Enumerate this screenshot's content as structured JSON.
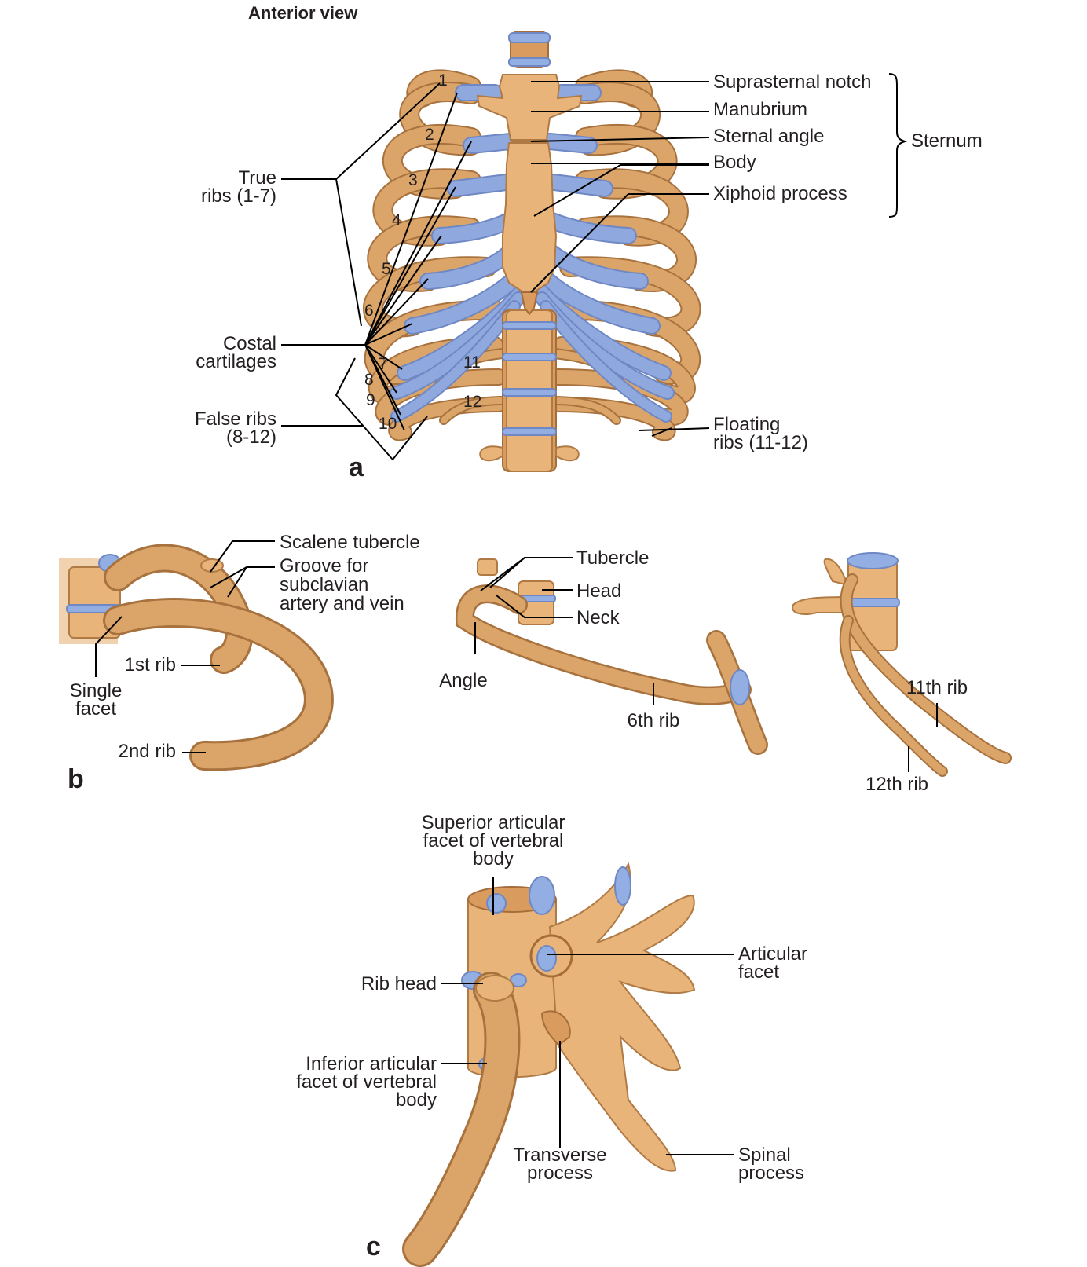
{
  "panel_a": {
    "title": "Anterior view",
    "panel_letter": "a",
    "rib_numbers": [
      "1",
      "2",
      "3",
      "4",
      "5",
      "6",
      "7",
      "8",
      "9",
      "10",
      "11",
      "12"
    ],
    "labels": {
      "suprasternal_notch": "Suprasternal notch",
      "manubrium": "Manubrium",
      "sternal_angle": "Sternal angle",
      "body": "Body",
      "xiphoid_process": "Xiphoid process",
      "sternum": "Sternum",
      "true_ribs_line1": "True",
      "true_ribs_line2": "ribs (1-7)",
      "costal_line1": "Costal",
      "costal_line2": "cartilages",
      "false_ribs_line1": "False ribs",
      "false_ribs_line2": "(8-12)",
      "floating_line1": "Floating",
      "floating_line2": "ribs (11-12)"
    }
  },
  "panel_b": {
    "panel_letter": "b",
    "labels": {
      "scalene_tubercle": "Scalene tubercle",
      "groove_line1": "Groove for",
      "groove_line2": "subclavian",
      "groove_line3": "artery and vein",
      "first_rib": "1st rib",
      "single_line1": "Single",
      "single_line2": "facet",
      "second_rib": "2nd rib",
      "tubercle": "Tubercle",
      "head": "Head",
      "neck": "Neck",
      "angle": "Angle",
      "sixth_rib": "6th rib",
      "eleventh_rib": "11th rib",
      "twelfth_rib": "12th rib"
    }
  },
  "panel_c": {
    "panel_letter": "c",
    "labels": {
      "superior_line1": "Superior articular",
      "superior_line2": "facet of vertebral",
      "superior_line3": "body",
      "articular_line1": "Articular",
      "articular_line2": "facet",
      "rib_head": "Rib head",
      "inferior_line1": "Inferior articular",
      "inferior_line2": "facet of vertebral",
      "inferior_line3": "body",
      "transverse_line1": "Transverse",
      "transverse_line2": "process",
      "spinal_line1": "Spinal",
      "spinal_line2": "process"
    }
  }
}
